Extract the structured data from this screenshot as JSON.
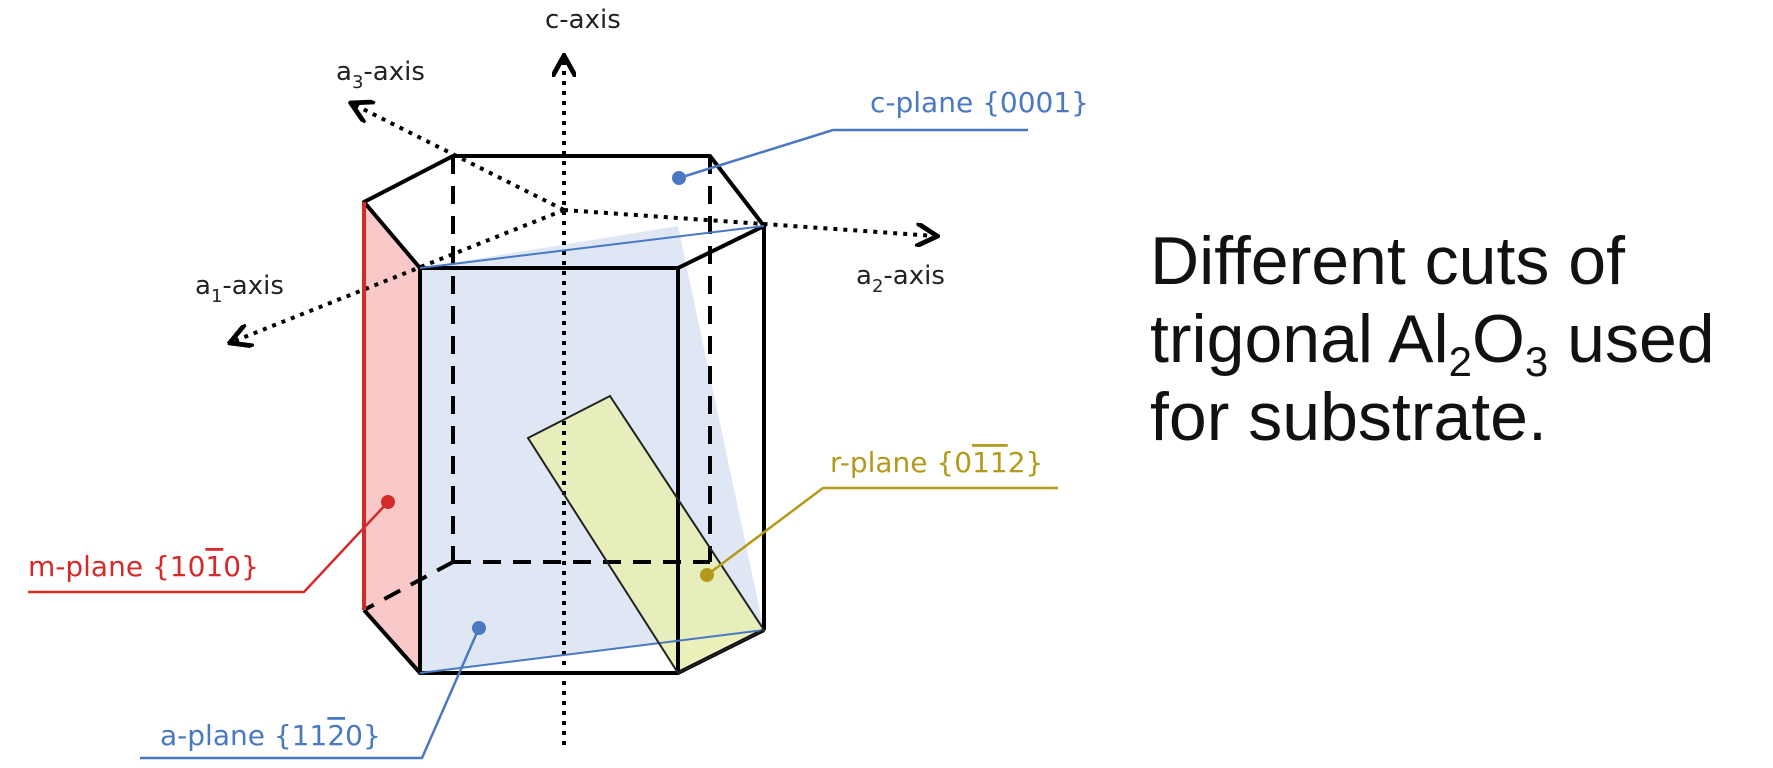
{
  "axes": {
    "c": "c-axis",
    "a1": {
      "letter": "a",
      "sub": "1",
      "suffix": "-axis"
    },
    "a2": {
      "letter": "a",
      "sub": "2",
      "suffix": "-axis"
    },
    "a3": {
      "letter": "a",
      "sub": "3",
      "suffix": "-axis"
    }
  },
  "planes": {
    "c_plane": {
      "name": "c-plane",
      "index": "{0001}",
      "color": "#4a79c1"
    },
    "r_plane": {
      "name": "r-plane",
      "index_open": "{0",
      "index_bar1": "1",
      "index_bar2": "1",
      "index_tail": "2}",
      "color": "#b39a1c"
    },
    "m_plane": {
      "name": "m-plane",
      "index_open": "{10",
      "index_bar": "1",
      "index_tail": "0}",
      "color": "#d42a2a"
    },
    "a_plane": {
      "name": "a-plane",
      "index_open": "{11",
      "index_bar": "2",
      "index_tail": "0}",
      "color": "#4a79c1"
    }
  },
  "caption": {
    "line1": "Different cuts of",
    "line2_a": "trigonal Al",
    "sub1": "2",
    "line2_b": "O",
    "sub2": "3",
    "line2_c": " used",
    "line3": "for substrate."
  }
}
